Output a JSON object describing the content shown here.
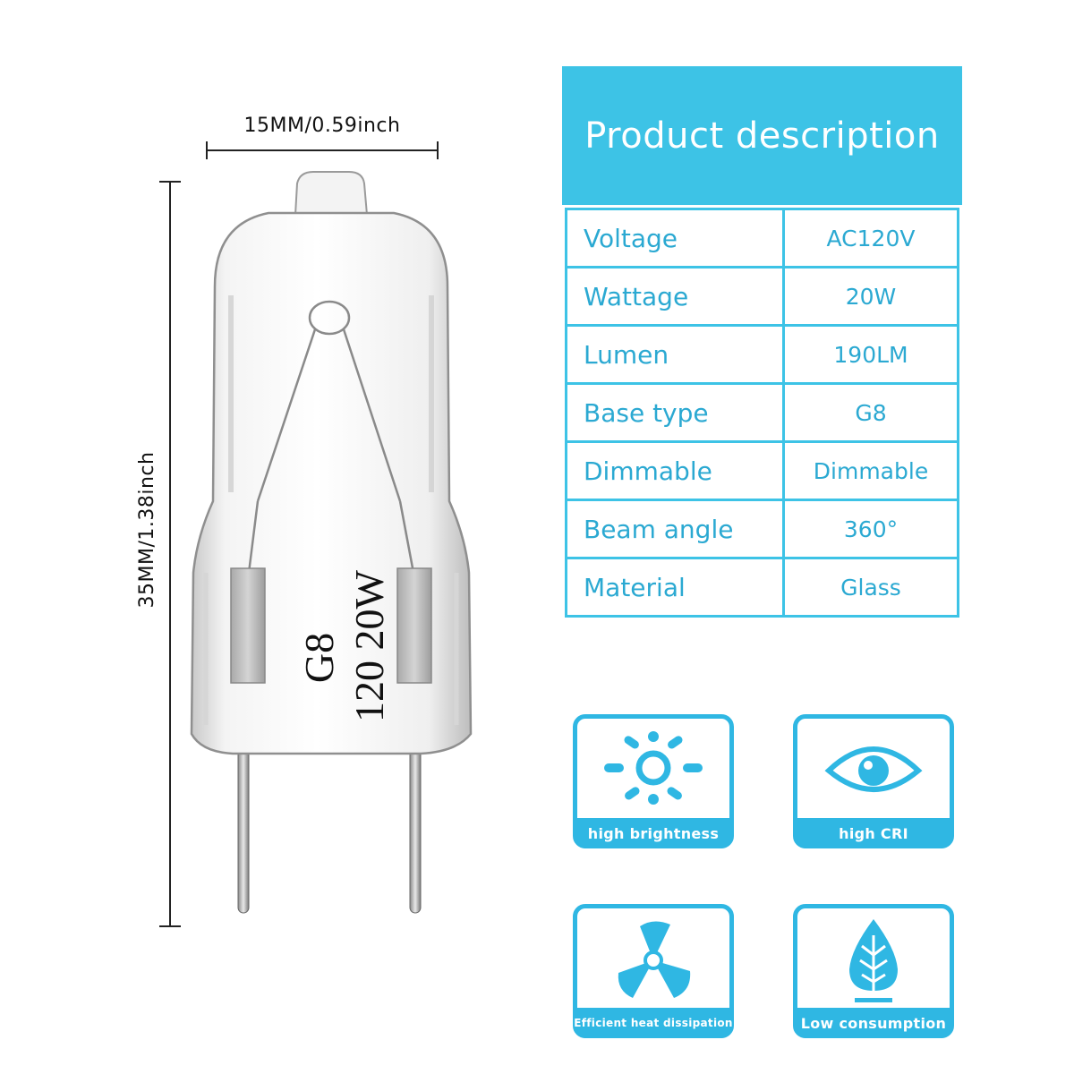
{
  "dimensions": {
    "width_label": "15MM/0.59inch",
    "height_label": "35MM/1.38inch"
  },
  "bulb": {
    "print_line1": "G8",
    "print_line2": "120 20W"
  },
  "description": {
    "title": "Product description",
    "rows": [
      {
        "label": "Voltage",
        "value": "AC120V"
      },
      {
        "label": "Wattage",
        "value": "20W"
      },
      {
        "label": "Lumen",
        "value": "190LM"
      },
      {
        "label": "Base type",
        "value": "G8"
      },
      {
        "label": "Dimmable",
        "value": "Dimmable"
      },
      {
        "label": "Beam angle",
        "value": "360°"
      },
      {
        "label": "Material",
        "value": "Glass"
      }
    ]
  },
  "features": [
    {
      "label": "high brightness",
      "icon": "sun-icon"
    },
    {
      "label": "high CRI",
      "icon": "eye-icon"
    },
    {
      "label": "Efficient heat dissipation",
      "icon": "fan-icon"
    },
    {
      "label": "Low consumption",
      "icon": "leaf-drop-icon"
    }
  ],
  "colors": {
    "accent": "#3dc3e6",
    "text_accent": "#2ba9d2"
  }
}
